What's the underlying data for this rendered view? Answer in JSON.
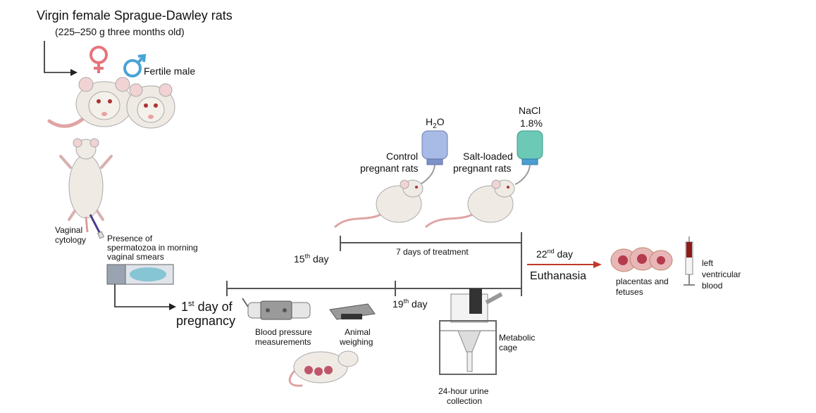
{
  "header": {
    "title": "Virgin female Sprague-Dawley rats",
    "subtitle": "(225–250 g three months old)",
    "male_label": "Fertile male"
  },
  "cytology": {
    "label_line1": "Vaginal",
    "label_line2": "cytology",
    "smear_line1": "Presence of",
    "smear_line2": "spermatozoa in morning",
    "smear_line3": "vaginal smears"
  },
  "timeline": {
    "day1_line1_num": "1",
    "day1_line1_sup": "st",
    "day1_line1_rest": " day of",
    "day1_line2": "pregnancy",
    "day15_num": "15",
    "day15_sup": "th",
    "day15_rest": " day",
    "day19_num": "19",
    "day19_sup": "th",
    "day19_rest": " day",
    "day22_num": "22",
    "day22_sup": "nd",
    "day22_rest": " day",
    "euthanasia": "Euthanasia",
    "treatment": "7 days of treatment"
  },
  "groups": {
    "water_label_main": "H",
    "water_label_sub": "2",
    "water_label_end": "O",
    "nacl_line1": "NaCl",
    "nacl_line2": "1.8%",
    "control_line1": "Control",
    "control_line2": "pregnant rats",
    "salt_line1": "Salt-loaded",
    "salt_line2": "pregnant rats"
  },
  "measurements": {
    "bp_line1": "Blood pressure",
    "bp_line2": "measurements",
    "weigh_line1": "Animal",
    "weigh_line2": "weighing",
    "cage_line1": "Metabolic",
    "cage_line2": "cage",
    "urine_line1": "24-hour urine",
    "urine_line2": "collection"
  },
  "outcomes": {
    "placenta_line1": "placentas and",
    "placenta_line2": "fetuses",
    "blood_line1": "left",
    "blood_line2": "ventricular",
    "blood_line3": "blood"
  },
  "colors": {
    "female_symbol": "#e8747c",
    "male_symbol": "#4aa3d6",
    "timeline": "#555555",
    "euthanasia_arrow": "#c0392b",
    "water_bottle": "#9fb4e0",
    "nacl_bottle": "#5cc2b0"
  },
  "icons": [
    "female-symbol-icon",
    "male-symbol-icon",
    "rat-icon",
    "bottle-icon",
    "slide-icon",
    "tail-cuff-icon",
    "scale-icon",
    "metabolic-cage-icon",
    "placenta-icon",
    "syringe-icon"
  ]
}
